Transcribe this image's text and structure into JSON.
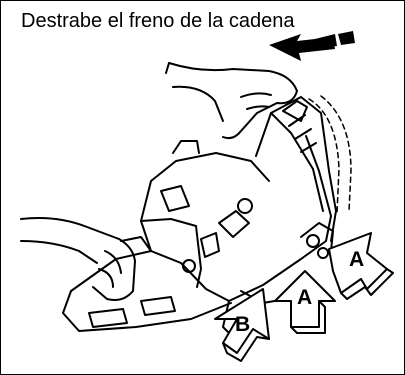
{
  "instruction": {
    "caption": "Destrabe el freno de la cadena"
  },
  "callouts": {
    "a_upper": "A",
    "a_lower": "A",
    "b": "B"
  },
  "icons": {
    "push_direction": "double-arrow-left-icon",
    "release_point_arrow": "outline-arrow-up-icon"
  },
  "colors": {
    "ink": "#000000",
    "background": "#ffffff"
  }
}
